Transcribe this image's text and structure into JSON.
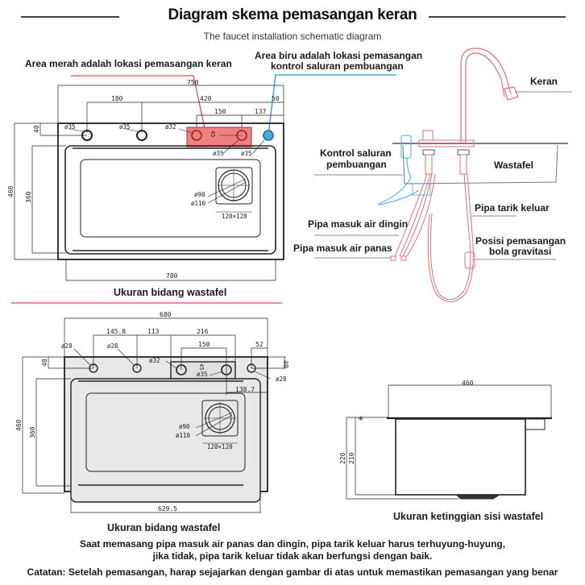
{
  "header": {
    "title": "Diagram skema pemasangan keran",
    "subtitle": "The faucet installation schematic diagram"
  },
  "top_view_1": {
    "red_area_note": "Area merah adalah lokasi pemasangan keran",
    "blue_area_note_line1": "Area biru adalah lokasi pemasangan",
    "blue_area_note_line2": "kontrol saluran pembuangan",
    "dims": {
      "overall_width": "750",
      "d180": "180",
      "d420": "420",
      "d150": "150",
      "d137": "137",
      "d50": "50",
      "d40": "40",
      "d45": "45",
      "overall_height": "460",
      "inner_height": "360",
      "bottom_width": "700",
      "hole1": "ø35",
      "hole2": "ø35",
      "hole3": "ø32",
      "hole4": "ø35",
      "hole5": "ø35",
      "drain_inner": "ø90",
      "drain_outer": "ø110",
      "drain_box": "120×120"
    },
    "caption": "Ukuran bidang  wastafel",
    "colors": {
      "red_area": "#f08080",
      "blue_area": "#4aaee0",
      "red_line": "#d9534f",
      "blue_line": "#1ea0d0"
    }
  },
  "faucet_diagram": {
    "labels": {
      "faucet": "Keran",
      "drain_control_line1": "Kontrol saluran",
      "drain_control_line2": "pembuangan",
      "sink": "Wastafel",
      "pull_out_hose": "Pipa tarik keluar",
      "cold_inlet": "Pipa masuk air dingin",
      "hot_inlet": "Pipa masuk air panas",
      "gravity_ball_line1": "Posisi pemasangan",
      "gravity_ball_line2": "bola gravitasi"
    },
    "colors": {
      "faucet_line": "#e07070",
      "drain_line": "#3cb0d8",
      "sink_line": "#555555"
    }
  },
  "top_view_2": {
    "dims": {
      "overall_width": "680",
      "d145_8": "145.8",
      "d113": "113",
      "d216": "216",
      "d150": "150",
      "d52": "52",
      "d40_left": "40",
      "d40_right": "40",
      "d45": "45",
      "d138_7": "138.7",
      "overall_height": "460",
      "inner_height": "360",
      "bottom_width": "629.5",
      "hole1": "ø28",
      "hole2": "ø28",
      "hole3": "ø32",
      "hole4": "ø35",
      "hole5": "ø28",
      "drain_inner": "ø90",
      "drain_outer": "ø110",
      "drain_box": "120×120"
    },
    "caption": "Ukuran bidang wastafel"
  },
  "side_view": {
    "dims": {
      "width": "460",
      "d3": "3",
      "d220": "220",
      "d210": "210"
    },
    "caption": "Ukuran ketinggian sisi wastafel"
  },
  "footer": {
    "note_line1": "Saat memasang pipa masuk air panas dan dingin, pipa tarik keluar harus terhuyung-huyung,",
    "note_line2": "jika tidak, pipa tarik keluar tidak akan berfungsi dengan baik.",
    "note_line3": "Catatan: Setelah pemasangan, harap sejajarkan dengan gambar di atas untuk memastikan pemasangan yang benar"
  }
}
